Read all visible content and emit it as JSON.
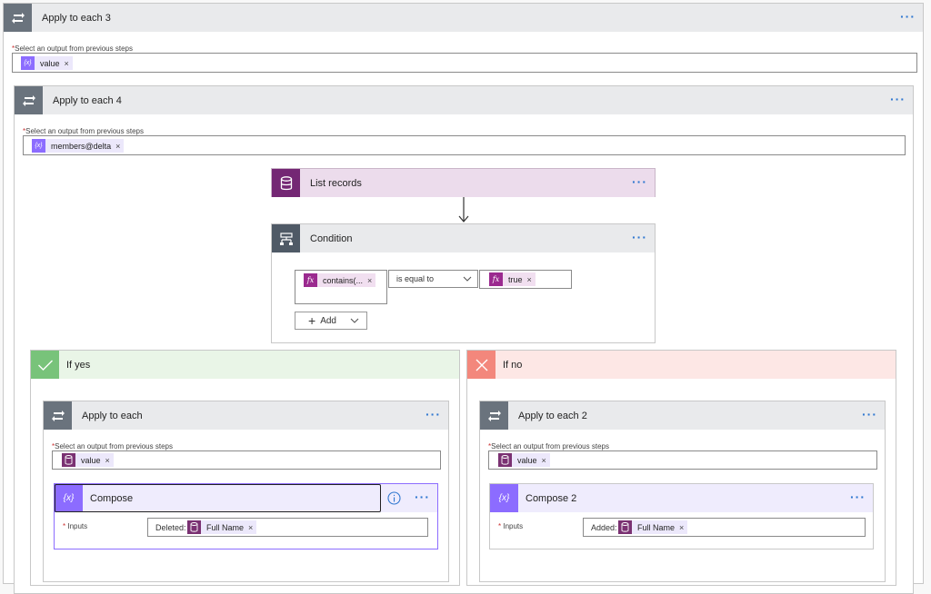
{
  "apply3": {
    "title": "Apply to each 3",
    "label": "Select an output from previous steps",
    "token": "value"
  },
  "apply4": {
    "title": "Apply to each 4",
    "label": "Select an output from previous steps",
    "token": "members@delta"
  },
  "list_records": {
    "title": "List records"
  },
  "condition": {
    "title": "Condition",
    "left_token": "contains(...",
    "operator": "is equal to",
    "right_token": "true",
    "add_label": "Add"
  },
  "if_yes": {
    "title": "If yes"
  },
  "if_no": {
    "title": "If no"
  },
  "apply_each": {
    "title": "Apply to each",
    "label": "Select an output from previous steps",
    "token": "value"
  },
  "apply_each2": {
    "title": "Apply to each 2",
    "label": "Select an output from previous steps",
    "token": "value"
  },
  "compose": {
    "title": "Compose",
    "inputs_label": "Inputs",
    "prefix": "Deleted:",
    "token": "Full Name"
  },
  "compose2": {
    "title": "Compose 2",
    "inputs_label": "Inputs",
    "prefix": "Added:",
    "token": "Full Name"
  },
  "common": {
    "more": "···",
    "required": "*",
    "remove": "×"
  },
  "colors": {
    "loop": "#6a737d",
    "dataverse": "#742774",
    "expr": "#8c6cff",
    "yes": "#e9f5e7",
    "no": "#fde7e5",
    "accent": "#2f77d0"
  }
}
